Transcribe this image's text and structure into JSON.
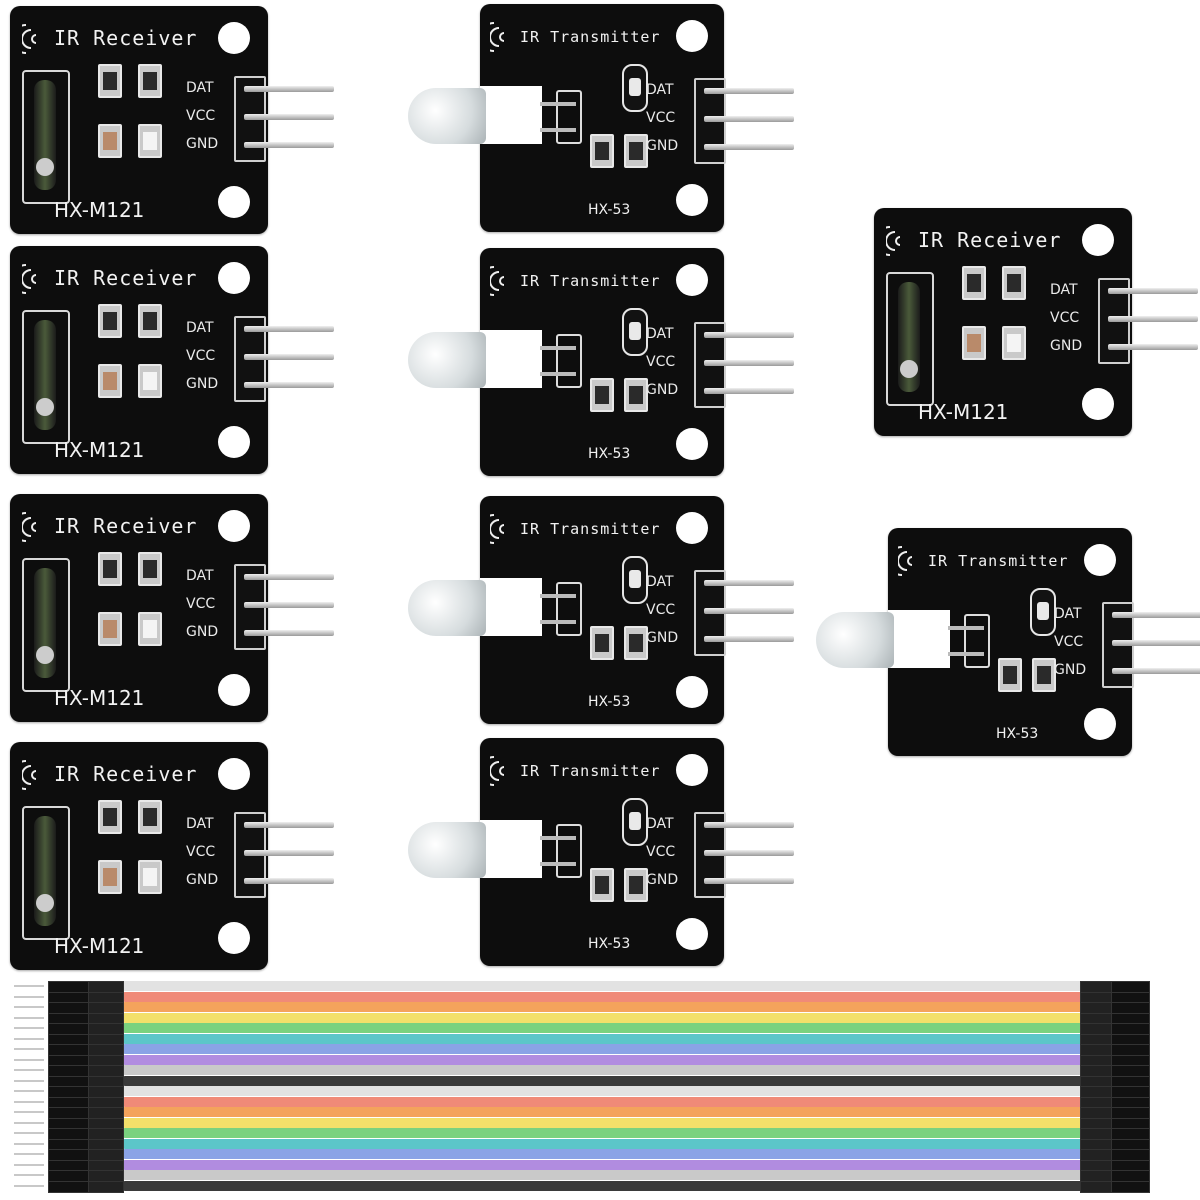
{
  "modules": {
    "receiver": {
      "title": "IR Receiver",
      "model": "HX-M121"
    },
    "transmitter": {
      "title": "IR Transmitter",
      "model": "HX-53"
    },
    "pins": [
      "DAT",
      "VCC",
      "GND"
    ]
  },
  "colors": {
    "pcb": "#0d0d0d",
    "wires": [
      "#e2e2e2",
      "#f08a78",
      "#f4a35c",
      "#f3e06a",
      "#7ad27f",
      "#5cc6c9",
      "#8aa3e6",
      "#b18ce0",
      "#c9c9c9",
      "#3a3a3a"
    ]
  },
  "cable": {
    "wire_count": 20
  }
}
